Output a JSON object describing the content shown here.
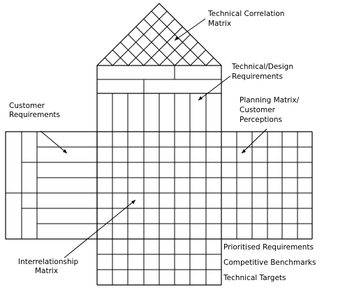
{
  "labels": {
    "technical_correlation": [
      "Technical Correlation",
      "Matrix"
    ],
    "technical_design": [
      "Technical/Design",
      "Requirements"
    ],
    "customer_requirements": [
      "Customer",
      "Requirements"
    ],
    "planning_matrix": [
      "Planning Matrix/",
      "Customer",
      "Perceptions"
    ],
    "interrelationship": [
      "Interrelationship",
      "Matrix"
    ],
    "prioritised": "Prioritised Requirements",
    "competitive": "Competitive Benchmarks",
    "technical_targets": "Technical Targets"
  }
}
